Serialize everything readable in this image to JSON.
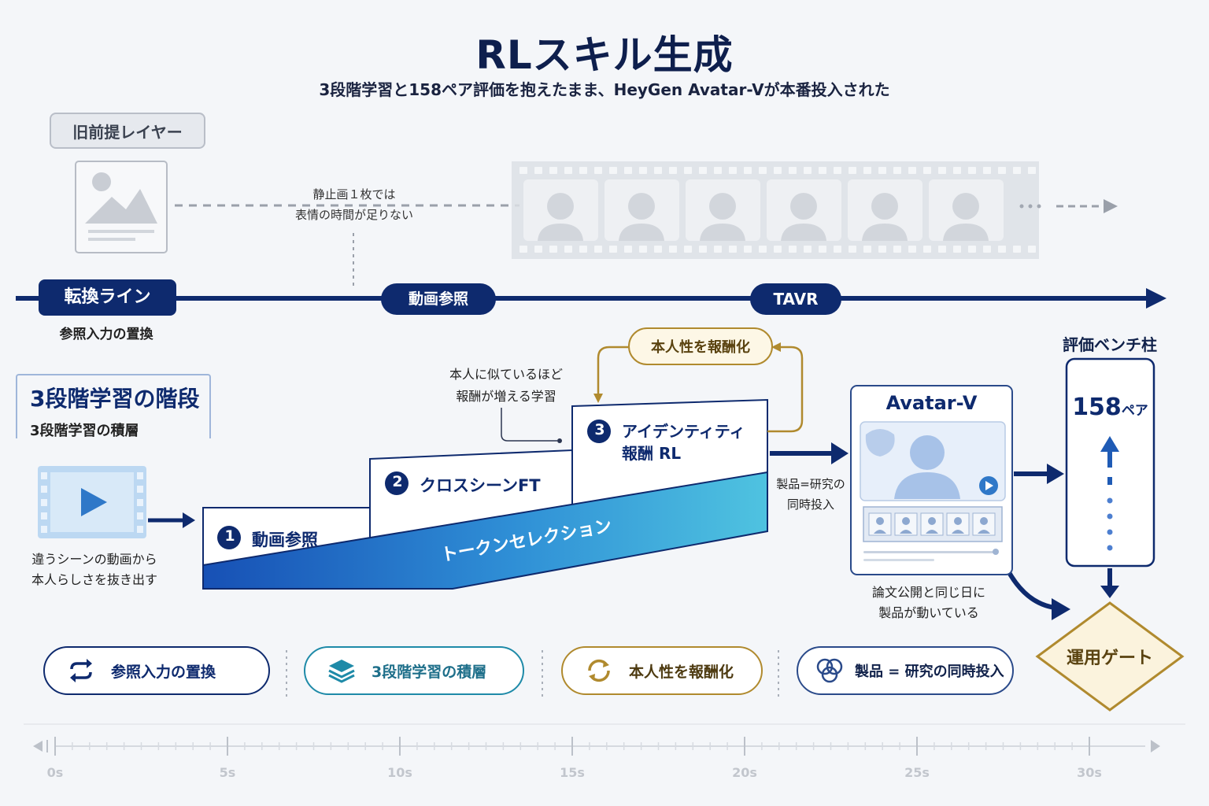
{
  "header": {
    "title": "RLスキル生成",
    "subtitle": "3段階学習と158ペア評価を抱えたまま、HeyGen Avatar-Vが本番投入された"
  },
  "legacy": {
    "layer_label": "旧前提レイヤー",
    "note_line1": "静止画１枚では",
    "note_line2": "表情の時間が足りない"
  },
  "timeline": {
    "start_label": "転換ライン",
    "start_caption": "参照入力の置換",
    "mid_label": "動画参照",
    "end_label": "TAVR"
  },
  "stairs": {
    "heading": "3段階学習の階段",
    "subheading": "3段階学習の積層",
    "input_caption_line1": "違うシーンの動画から",
    "input_caption_line2": "本人らしさを抜き出す",
    "step1": {
      "num": "1",
      "label": "動画参照"
    },
    "step2": {
      "num": "2",
      "label": "クロスシーンFT"
    },
    "step3": {
      "num": "3",
      "label_line1": "アイデンティティ",
      "label_line2": "報酬 RL"
    },
    "token_band": "トークンセレクション",
    "reward_tag": "本人性を報酬化",
    "reward_note_line1": "本人に似ているほど",
    "reward_note_line2": "報酬が増える学習"
  },
  "product": {
    "title": "Avatar-V",
    "arrow_note_line1": "製品=研究の",
    "arrow_note_line2": "同時投入",
    "caption_line1": "論文公開と同じ日に",
    "caption_line2": "製品が動いている"
  },
  "bench": {
    "label": "評価ベンチ柱",
    "count": "158",
    "unit": "ペア",
    "gate": "運用ゲート"
  },
  "legend": [
    {
      "label": "参照入力の置換",
      "color": "#0e2a6e"
    },
    {
      "label": "3段階学習の積層",
      "color": "#1e8aa8"
    },
    {
      "label": "本人性を報酬化",
      "color": "#b08a2e"
    },
    {
      "label": "製品 = 研究の同時投入",
      "color": "#2a4a8a"
    }
  ],
  "scrubber": {
    "ticks": [
      "0s",
      "5s",
      "10s",
      "15s",
      "20s",
      "25s",
      "30s"
    ]
  },
  "colors": {
    "navy": "#0e2a6e",
    "teal": "#1e8aa8",
    "gold": "#b08a2e",
    "sky": "#4fc3e0"
  }
}
